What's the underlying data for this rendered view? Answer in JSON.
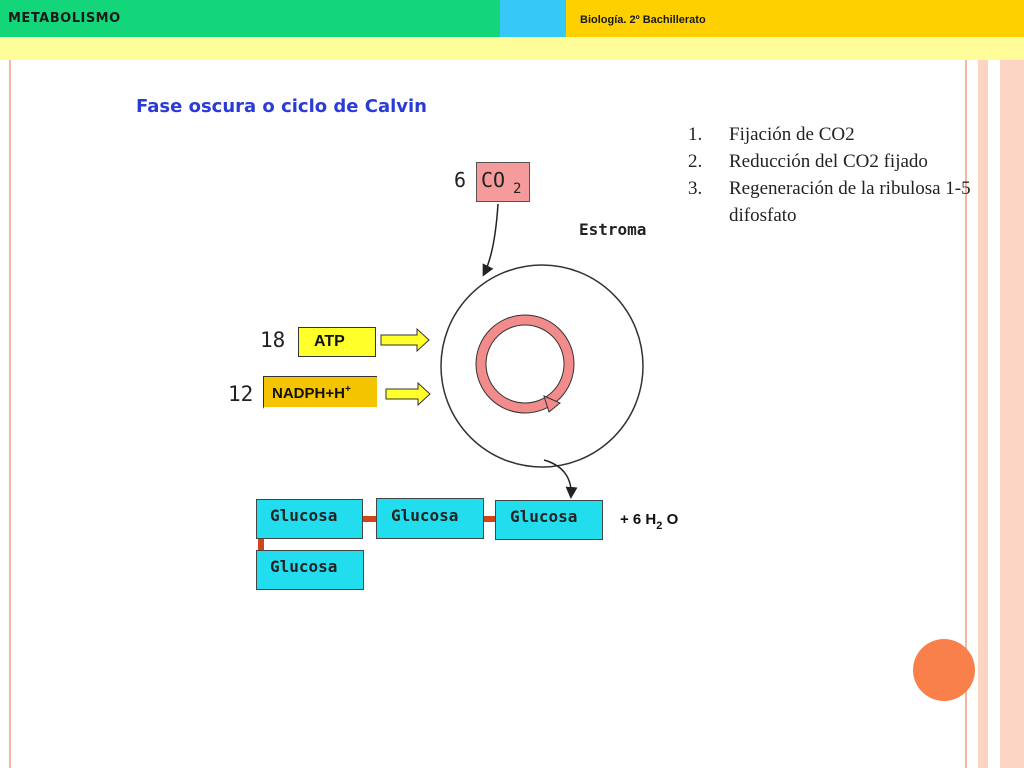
{
  "header": {
    "title": "METABOLISMO",
    "subtitle": "Biología. 2º Bachillerato"
  },
  "slide": {
    "title": "Fase oscura o ciclo de Calvin",
    "steps": [
      {
        "num": "1.",
        "text": "Fijación de CO2"
      },
      {
        "num": "2.",
        "text": "Reducción del CO2 fijado"
      },
      {
        "num": "3.",
        "text": "Regeneración de la ribulosa 1-5 difosfato"
      }
    ]
  },
  "diagram": {
    "co2": {
      "count": "6",
      "label": "CO",
      "subscript": "2"
    },
    "estroma": "Estroma",
    "atp": {
      "count": "18",
      "label": "ATP"
    },
    "nadph": {
      "count": "12",
      "label": "NADPH+H",
      "superscript": "+"
    },
    "glucose_label": "Glucosa",
    "water": {
      "prefix": "+ 6 H",
      "subscript": "2",
      "suffix": " O"
    }
  },
  "colors": {
    "header_green": "#13d67a",
    "header_blue": "#36c9f7",
    "header_yellow": "#ffd000",
    "title_blue": "#2a3bd6",
    "glucose_box": "#22ddee",
    "atp_box": "#ffff2a",
    "cycle_ring": "#f28b8b",
    "accent_orange": "#f9804a"
  }
}
